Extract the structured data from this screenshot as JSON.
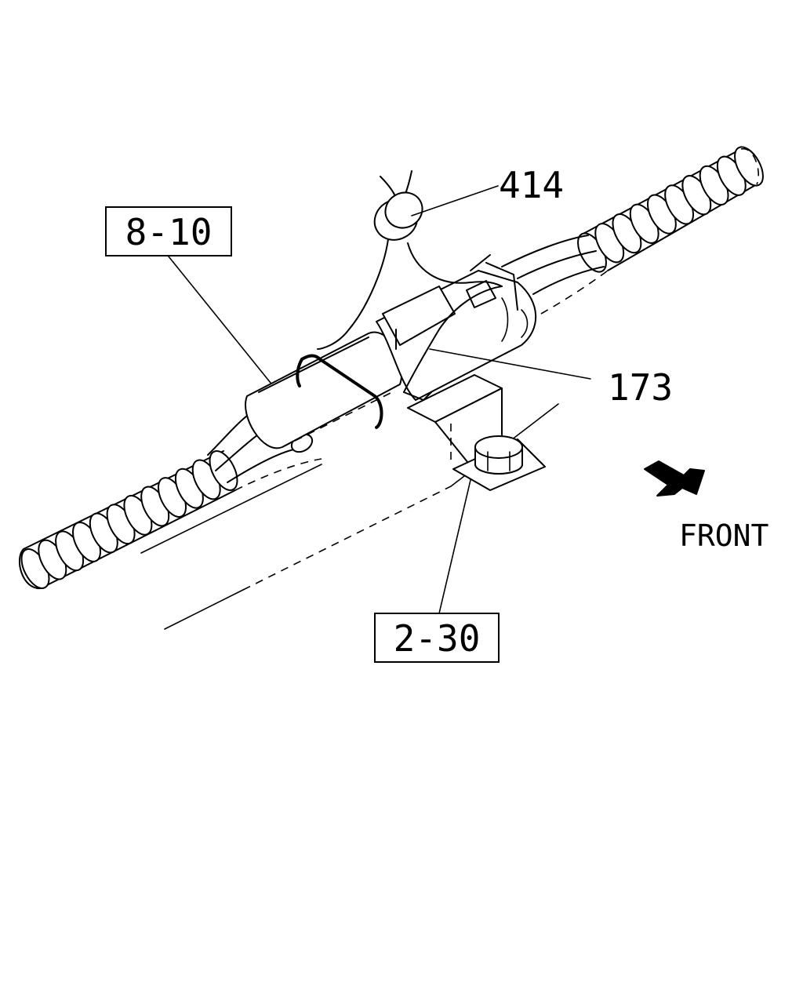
{
  "callouts": {
    "harness_ref": "8-10",
    "bracket_ref": "2-30",
    "clip_part": "414",
    "connector_part": "173"
  },
  "direction_label": "FRONT",
  "icons": {
    "direction_arrow": "arrow-icon"
  }
}
